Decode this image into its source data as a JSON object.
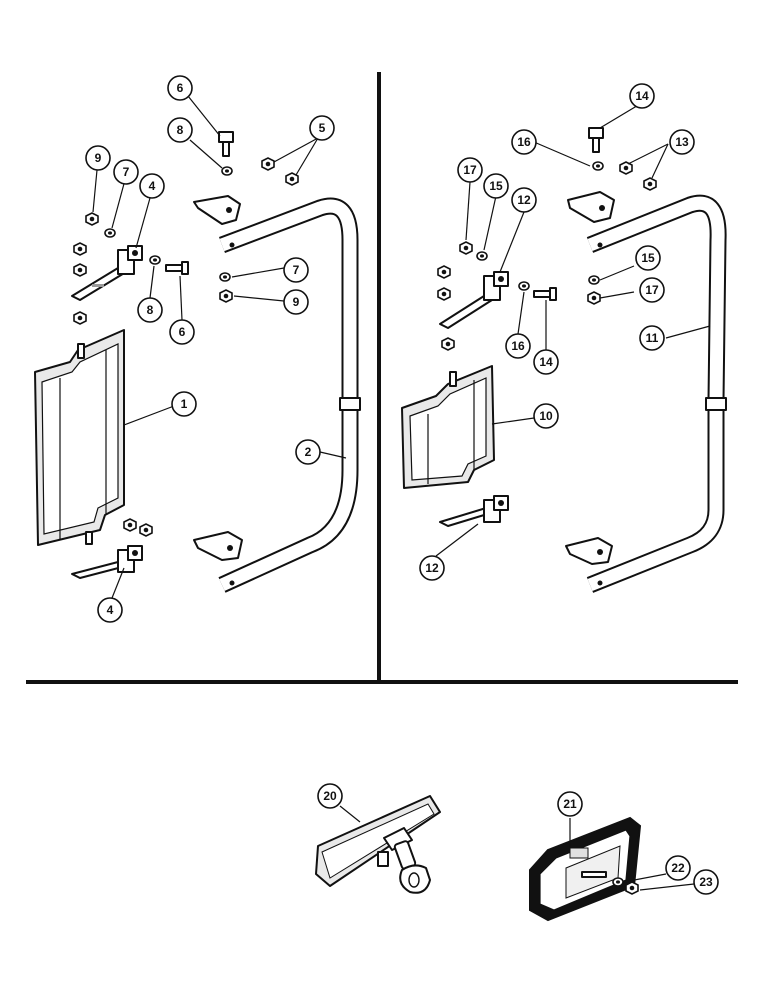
{
  "diagram": {
    "callouts": {
      "c6a": "6",
      "c8a": "8",
      "c5": "5",
      "c9a": "9",
      "c7a": "7",
      "c4a": "4",
      "c7b": "7",
      "c9b": "9",
      "c8b": "8",
      "c6b": "6",
      "c1": "1",
      "c2": "2",
      "c4b": "4",
      "c14a": "14",
      "c16a": "16",
      "c13": "13",
      "c17a": "17",
      "c15a": "15",
      "c12a": "12",
      "c15b": "15",
      "c17b": "17",
      "c11": "11",
      "c16b": "16",
      "c14b": "14",
      "c10": "10",
      "c12b": "12",
      "c20": "20",
      "c21": "21",
      "c22": "22",
      "c23": "23"
    }
  }
}
